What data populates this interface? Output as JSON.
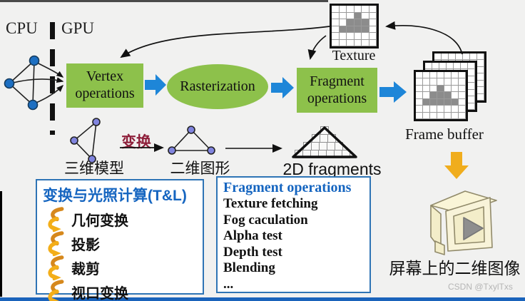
{
  "header": {
    "cpu": "CPU",
    "gpu": "GPU"
  },
  "pipeline": {
    "vertex_label": "Vertex operations",
    "raster_label": "Rasterization",
    "fragment_label": "Fragment operations",
    "texture_label": "Texture",
    "framebuffer_label": "Frame buffer"
  },
  "transform_row": {
    "model_label": "三维模型",
    "transform_label": "变换",
    "shape_label": "二维图形",
    "fragments_label": "2D fragments"
  },
  "tl_box": {
    "title": "变换与光照计算(T&L)",
    "items": [
      "几何变换",
      "投影",
      "裁剪",
      "视口变换"
    ]
  },
  "fragment_box": {
    "title": "Fragment operations",
    "items": [
      "Texture fetching",
      "Fog caculation",
      "Alpha test",
      "Depth test",
      "Blending",
      "..."
    ]
  },
  "output": {
    "screen_label": "屏幕上的二维图像",
    "watermark": "CSDN @TxylTxs"
  },
  "colors": {
    "stage_green": "#8dc14b",
    "arrow_blue": "#1e86d8",
    "callout_border_blue": "#2e74b5",
    "title_blue": "#1565c0",
    "transform_red": "#8e1f3a",
    "gold_arrow": "#f3ae19",
    "gold_arrow_dark": "#d6881c",
    "bottom_bar_blue": "#1a63bb"
  },
  "grids": {
    "texture": {
      "rows": 6,
      "cols": 6,
      "filled": [
        [
          1,
          3
        ],
        [
          2,
          2
        ],
        [
          2,
          3
        ],
        [
          2,
          4
        ],
        [
          3,
          1
        ],
        [
          3,
          2
        ],
        [
          3,
          3
        ],
        [
          3,
          4
        ]
      ]
    },
    "framebuffer": {
      "rows": 7,
      "cols": 7,
      "filled": [
        [
          2,
          3
        ],
        [
          3,
          2
        ],
        [
          3,
          3
        ],
        [
          3,
          4
        ],
        [
          4,
          1
        ],
        [
          4,
          2
        ],
        [
          4,
          3
        ],
        [
          4,
          4
        ],
        [
          4,
          5
        ]
      ]
    },
    "empty7": {
      "rows": 7,
      "cols": 7,
      "filled": []
    },
    "pyramid_rows": [
      1,
      3,
      5,
      7
    ]
  }
}
